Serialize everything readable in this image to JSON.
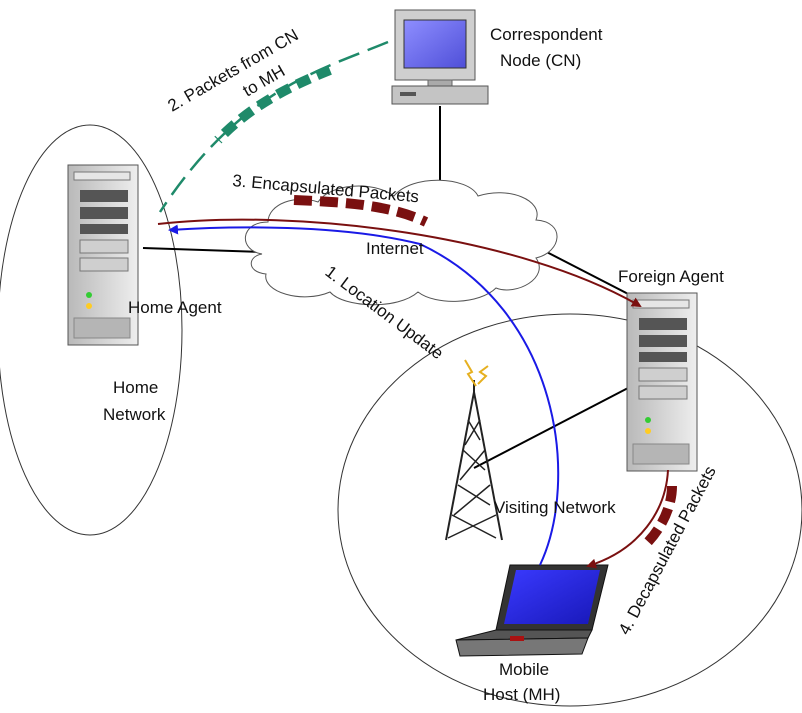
{
  "labels": {
    "correspondent_node": [
      "Correspondent",
      "Node (CN)"
    ],
    "home_agent": "Home Agent",
    "home_network": [
      "Home",
      "Network"
    ],
    "internet": "Internet",
    "foreign_agent": "Foreign Agent",
    "visiting_network": "Visiting Network",
    "mobile_host": [
      "Mobile",
      "Host (MH)"
    ]
  },
  "steps": {
    "step1": "1. Location Update",
    "step2": [
      "2. Packets from CN",
      "to MH"
    ],
    "step3": "3. Encapsulated Packets",
    "step4": "4. Decapsulated Packets"
  },
  "colors": {
    "location_update": "#1a1ae6",
    "encapsulated": "#7a1010",
    "packets_cn": "#1f8a6a",
    "link": "#000000"
  }
}
